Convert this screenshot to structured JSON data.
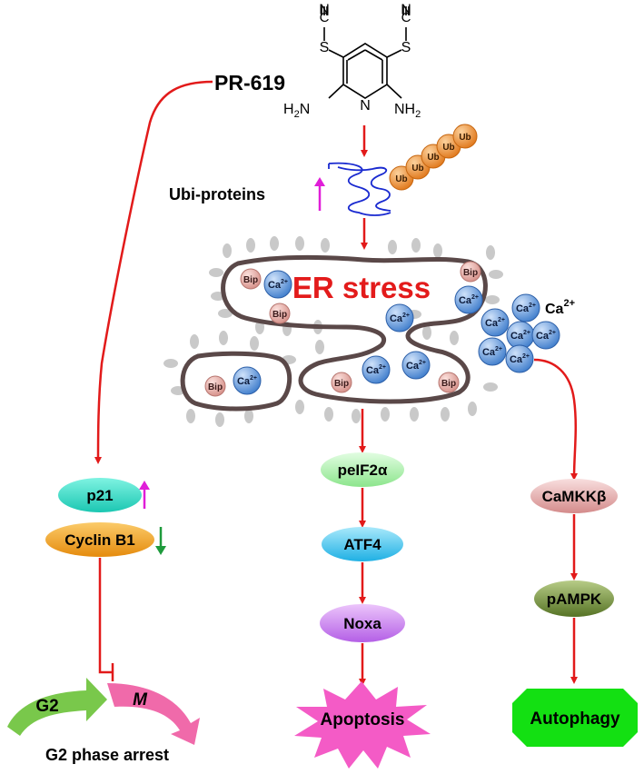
{
  "compound": {
    "name": "PR-619",
    "nitrile_n": "N",
    "nitrile_c": "C",
    "thio_s": "S",
    "ring_n": "N",
    "amine_h": "H",
    "amine_sub": "2",
    "amine_n": "N",
    "amine_n_right": "NH",
    "amine_sub_right": "2"
  },
  "ubiquitin": {
    "label": "Ubi-proteins",
    "tag": "Ub"
  },
  "er": {
    "title": "ER stress",
    "bip": "Bip",
    "ca": "Ca",
    "ca_sup": "2+",
    "free_ca": "Ca",
    "free_ca_sup": "2+"
  },
  "left_path": {
    "p21": "p21",
    "cyclin": "Cyclin B1",
    "g2": "G2",
    "m": "M",
    "arrest": "G2 phase arrest"
  },
  "middle_path": {
    "peif": "peIF2α",
    "atf4": "ATF4",
    "noxa": "Noxa",
    "apoptosis": "Apoptosis"
  },
  "right_path": {
    "camkk": "CaMKKβ",
    "pampk": "pAMPK",
    "autophagy": "Autophagy"
  },
  "colors": {
    "arrow": "#e21a1a",
    "up": "#e01ed8",
    "down": "#1e9a3c",
    "er_title": "#e31b1b",
    "membrane": "#5a4848",
    "bip_fill": "#e7a9a2",
    "ca_fill": "#5d93d6",
    "ub_fill": "#f08a2a",
    "p21": "#34e3cd",
    "cyclin": "#f3a31d",
    "peif": "#a8f0a8",
    "atf4": "#38c4ef",
    "noxa": "#cc7cf0",
    "camkk": "#e4a6a6",
    "pampk": "#6f8d3a",
    "apoptosis": "#f45bc6",
    "autophagy": "#13e012",
    "g2": "#79c84b",
    "m": "#f06aaa"
  }
}
